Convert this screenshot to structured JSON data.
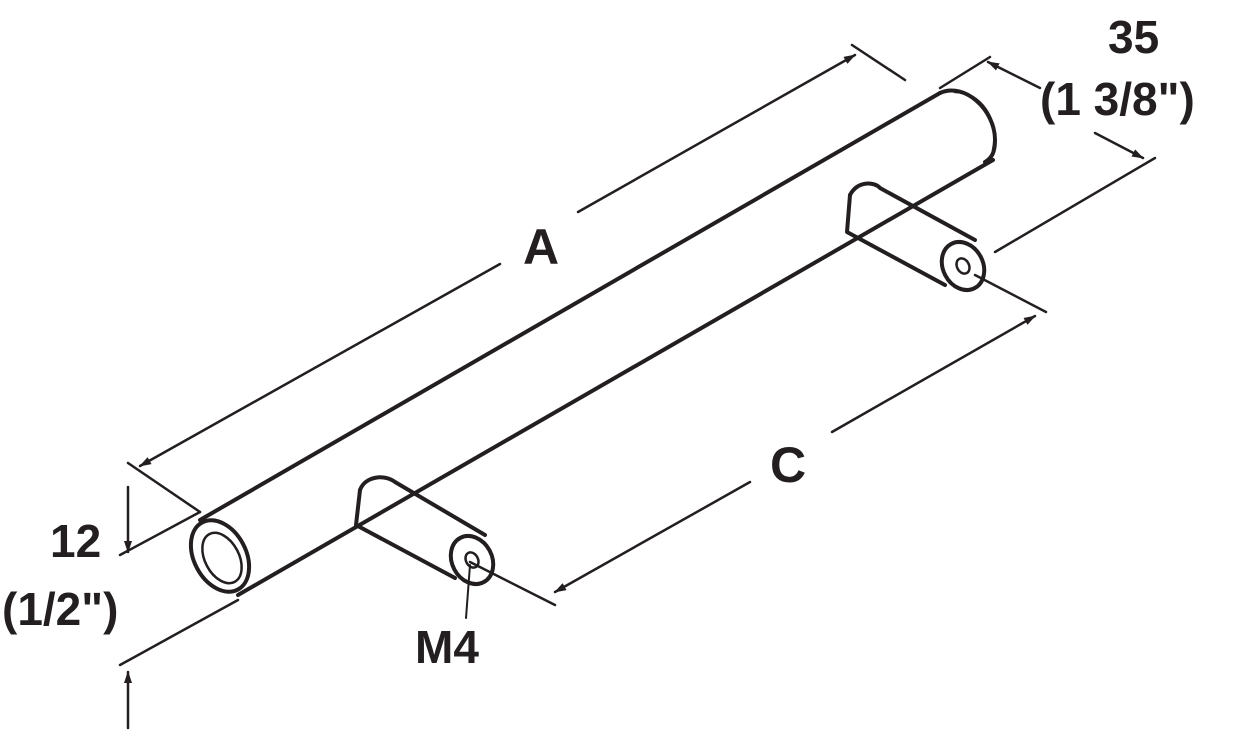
{
  "labels": {
    "length_overall": "A",
    "hole_center": "C",
    "thread": "M4",
    "projection_mm": "35",
    "projection_in": "(1 3/8\")",
    "diameter_mm": "12",
    "diameter_in": "(1/2\")"
  },
  "colors": {
    "line": "#231f20",
    "background": "#ffffff"
  }
}
